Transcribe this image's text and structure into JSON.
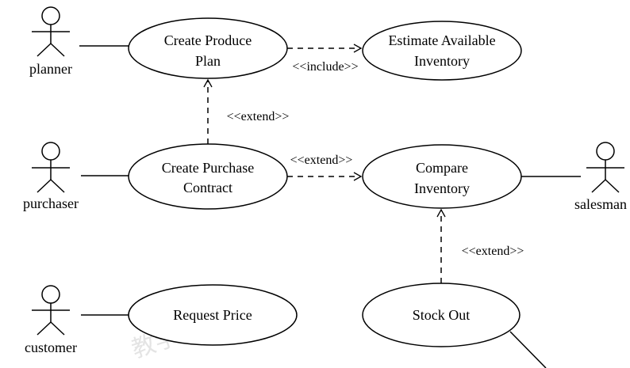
{
  "actors": {
    "planner": "planner",
    "purchaser": "purchaser",
    "customer": "customer",
    "salesman": "salesman"
  },
  "use_cases": {
    "create_produce_plan": [
      "Create Produce",
      "Plan"
    ],
    "estimate_available_inventory": [
      "Estimate Available",
      "Inventory"
    ],
    "create_purchase_contract": [
      "Create Purchase",
      "Contract"
    ],
    "compare_inventory": [
      "Compare",
      "Inventory"
    ],
    "request_price": [
      "Request Price"
    ],
    "stock_out": [
      "Stock Out"
    ]
  },
  "relations": {
    "include_label": "<<include>>",
    "extend_label_1": "<<extend>>",
    "extend_label_2": "<<extend>>",
    "extend_label_3": "<<extend>>"
  },
  "watermark": "教学使用！",
  "colors": {
    "stroke": "#000000",
    "background": "#ffffff"
  }
}
